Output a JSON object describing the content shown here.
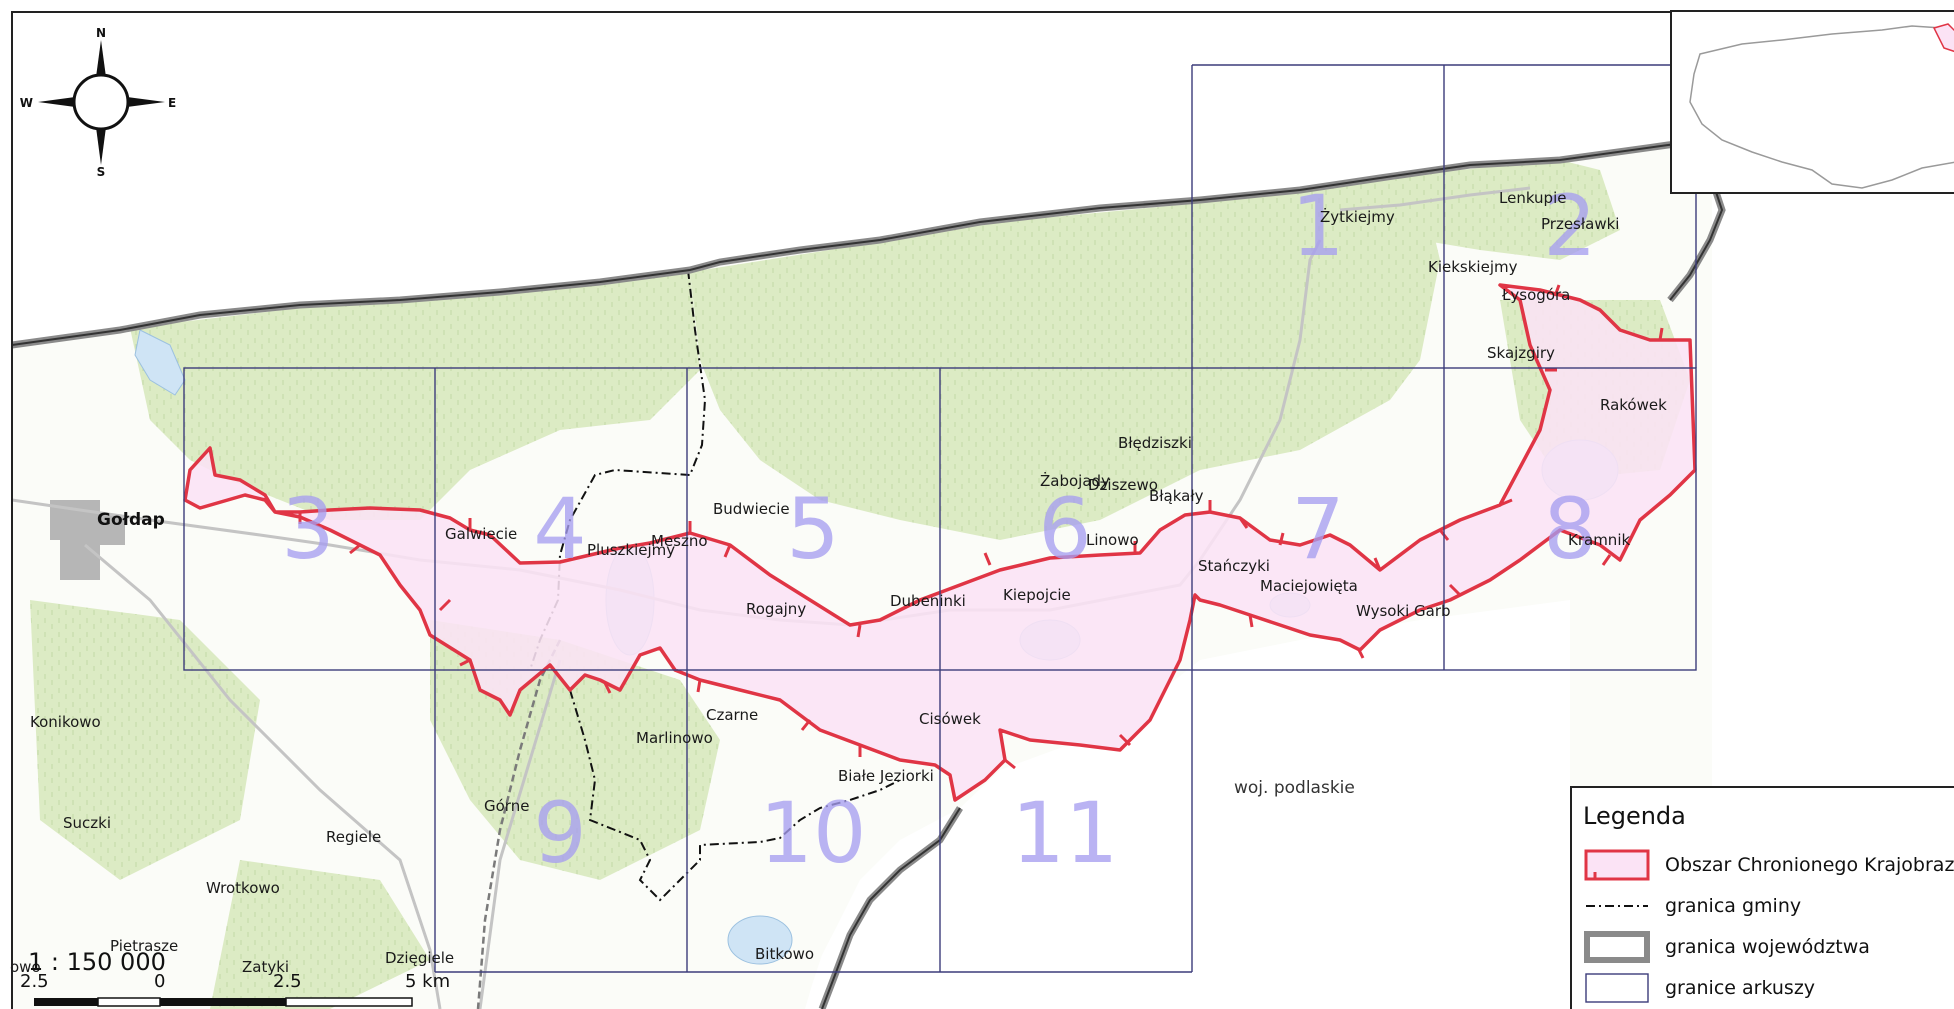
{
  "places": {
    "goldap": "Gołdap",
    "galwiecie": "Galwiecie",
    "pluszkiejmy": "Pluszkiejmy",
    "meszno": "Meszno",
    "budwiecie": "Budwiecie",
    "rogajny": "Rogajny",
    "dubeninki": "Dubeninki",
    "kiepojcie": "Kiepojcie",
    "linowo": "Linowo",
    "zabojady": "Żabojady",
    "dziszewo": "Dziszewo",
    "bledziszki": "Błędziszki",
    "blakaly": "Błąkały",
    "stanczyki": "Stańczyki",
    "maciejowieta": "Maciejowięta",
    "wysoki_garb": "Wysoki Garb",
    "rakowek": "Rakówek",
    "kramnik": "Kramnik",
    "skajzgiry": "Skajzgiry",
    "lysogora": "Łysogóra",
    "kiekskiejmy": "Kiekskiejmy",
    "zytkiejmy": "Żytkiejmy",
    "lenkupie": "Lenkupie",
    "przeslawki": "Przesławki",
    "czarne": "Czarne",
    "marlinowo": "Marlinowo",
    "cisowek": "Cisówek",
    "biale_jeziorki": "Białe Jeziorki",
    "gorne": "Górne",
    "konikowo": "Konikowo",
    "suczki": "Suczki",
    "regiele": "Regiele",
    "wrotkowo": "Wrotkowo",
    "pietrasze": "Pietrasze",
    "zatyki": "Zatyki",
    "dzięgiele": "Dzięgiele",
    "bitkowo": "Bitkowo",
    "owo": "owo"
  },
  "voivodeship_label": "woj. podlaskie",
  "sheets": [
    "1",
    "2",
    "3",
    "4",
    "5",
    "6",
    "7",
    "8",
    "9",
    "10",
    "11"
  ],
  "compass": {
    "n": "N",
    "s": "S",
    "e": "E",
    "w": "W"
  },
  "scale": {
    "ratio": "1 : 150 000",
    "ticks": [
      "2.5",
      "0",
      "2.5",
      "5 km"
    ]
  },
  "legend": {
    "title": "Legenda",
    "items": [
      {
        "label": "Obszar Chronionego Krajobrazu"
      },
      {
        "label": "granica gminy"
      },
      {
        "label": "granica województwa"
      },
      {
        "label": "granice arkuszy"
      }
    ]
  },
  "colors": {
    "protected_area_fill": "#fbe3f5",
    "protected_area_stroke": "#e03545",
    "forest": "#dcebc4",
    "sheet_grid": "#3c3c7a",
    "sheet_number": "#a79ef0",
    "voivodeship_border": "#8a8a8a",
    "water": "#cfe4f5"
  }
}
